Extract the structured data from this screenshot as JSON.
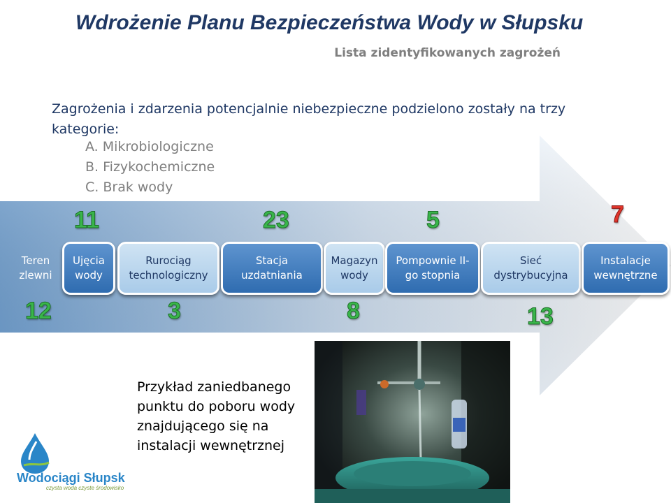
{
  "header": {
    "title": "Wdrożenie Planu Bezpieczeństwa Wody w Słupsku",
    "subtitle": "Lista zidentyfikowanych zagrożeń"
  },
  "intro": {
    "text": "Zagrożenia i zdarzenia potencjalnie niebezpieczne podzielono zostały na trzy kategorie:",
    "categories": [
      "A.  Mikrobiologiczne",
      "B.  Fizykochemiczne",
      "C.  Brak wody"
    ]
  },
  "diagram": {
    "stages": [
      {
        "label": "Teren zlewni"
      },
      {
        "label": "Ujęcia wody"
      },
      {
        "label": "Rurociąg technologiczny"
      },
      {
        "label": "Stacja uzdatniania"
      },
      {
        "label": "Magazyn wody"
      },
      {
        "label": "Pompownie II-go stopnia"
      },
      {
        "label": "Sieć dystrybucyjna"
      },
      {
        "label": "Instalacje wewnętrzne"
      }
    ],
    "counts_top": [
      "11",
      "23",
      "5",
      "7"
    ],
    "counts_bottom": [
      "12",
      "3",
      "8",
      "13"
    ],
    "colors": {
      "arrow": "#7ba9d6",
      "box_light": "#bcd6ee",
      "box_dark": "#3c78bc",
      "count_green": "#39b54a",
      "count_red": "#e0352b"
    }
  },
  "example": {
    "caption": "Przykład zaniedbanego punktu do poboru wody znajdującego się na instalacji wewnętrznej"
  },
  "logo": {
    "name": "Wodociągi Słupsk",
    "tagline": "czysta woda czyste środowisko",
    "icon": "water-drop-icon"
  }
}
